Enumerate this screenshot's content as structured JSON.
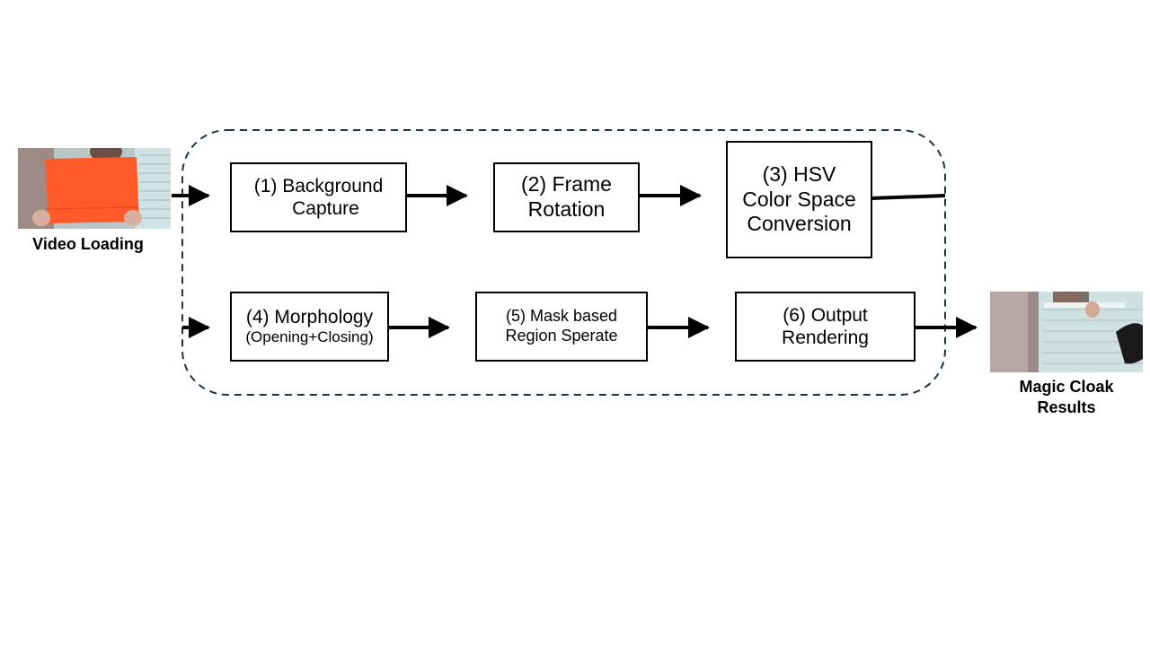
{
  "input": {
    "caption": "Video Loading"
  },
  "output": {
    "caption_line1": "Magic Cloak",
    "caption_line2": "Results"
  },
  "steps": [
    {
      "line1": "(1)  Background",
      "line2": "Capture"
    },
    {
      "line1": "(2) Frame",
      "line2": "Rotation"
    },
    {
      "line1": "(3) HSV",
      "line2": "Color Space",
      "line3": "Conversion"
    },
    {
      "line1": "(4) Morphology",
      "line2": "(Opening+Closing)"
    },
    {
      "line1": "(5) Mask based",
      "line2": "Region Sperate"
    },
    {
      "line1": "(6) Output",
      "line2": "Rendering"
    }
  ],
  "colors": {
    "cloak_orange": "#ff5a2a",
    "dashed_border": "#1f3345",
    "arrow": "#000000"
  }
}
